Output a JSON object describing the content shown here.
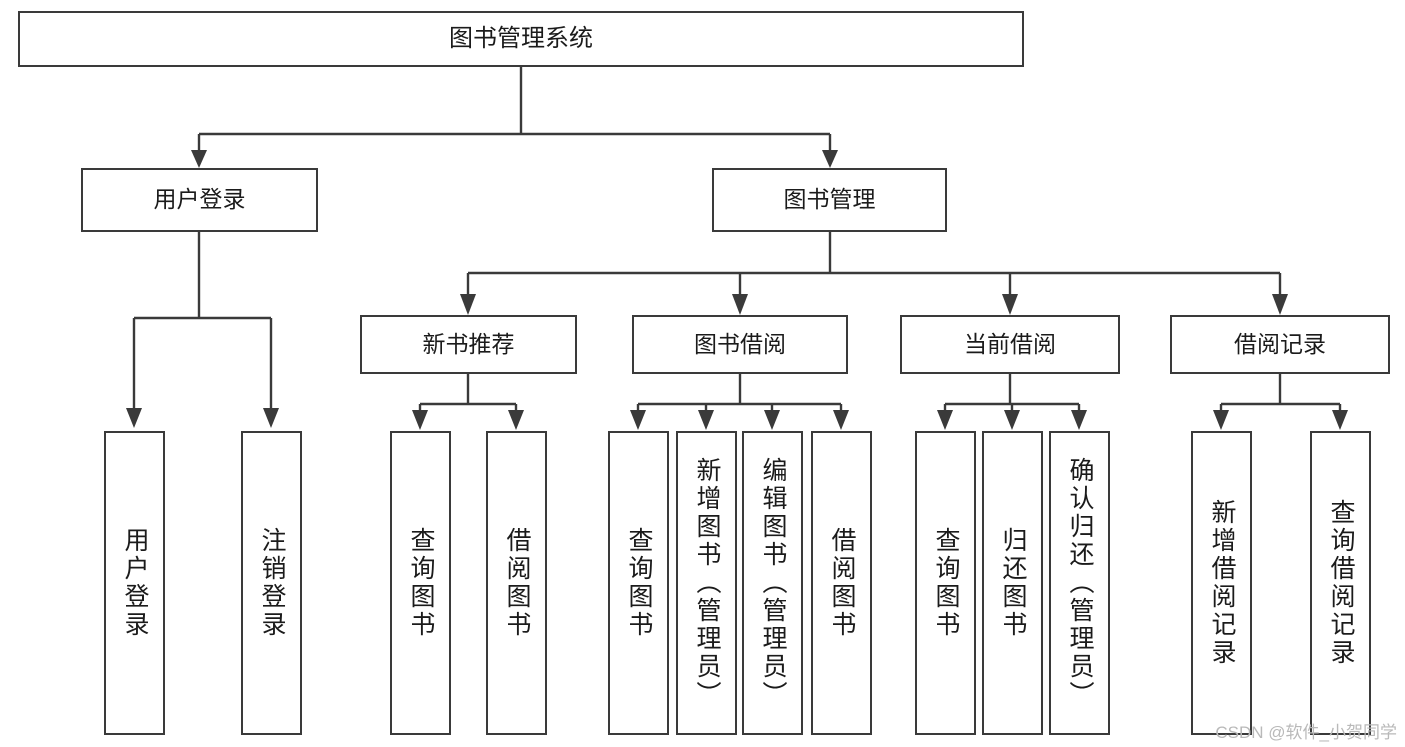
{
  "diagram": {
    "type": "tree",
    "title": "图书管理系统",
    "watermark": "CSDN @软件_小贺同学",
    "colors": {
      "border": "#3a3a3a",
      "background": "#ffffff",
      "text": "#1b1b1b",
      "watermark": "#b9b9b9"
    },
    "nodes": {
      "root": {
        "label": "图书管理系统"
      },
      "level2": [
        {
          "id": "user-login",
          "label": "用户登录"
        },
        {
          "id": "book-manage",
          "label": "图书管理"
        }
      ],
      "level3": [
        {
          "id": "new-book-rec",
          "label": "新书推荐"
        },
        {
          "id": "book-borrow",
          "label": "图书借阅"
        },
        {
          "id": "current-borrow",
          "label": "当前借阅"
        },
        {
          "id": "borrow-record",
          "label": "借阅记录"
        }
      ],
      "leaves": {
        "user_login": [
          {
            "id": "leaf-user-login",
            "label": "用户登录"
          },
          {
            "id": "leaf-logout",
            "label": "注销登录"
          }
        ],
        "new_book_rec": [
          {
            "id": "leaf-query-book-1",
            "label": "查询图书"
          },
          {
            "id": "leaf-borrow-book-1",
            "label": "借阅图书"
          }
        ],
        "book_borrow": [
          {
            "id": "leaf-query-book-2",
            "label": "查询图书"
          },
          {
            "id": "leaf-add-book",
            "label": "新增图书（管理员）"
          },
          {
            "id": "leaf-edit-book",
            "label": "编辑图书（管理员）"
          },
          {
            "id": "leaf-borrow-book-2",
            "label": "借阅图书"
          }
        ],
        "current_borrow": [
          {
            "id": "leaf-query-book-3",
            "label": "查询图书"
          },
          {
            "id": "leaf-return-book",
            "label": "归还图书"
          },
          {
            "id": "leaf-confirm-return",
            "label": "确认归还（管理员）"
          }
        ],
        "borrow_record": [
          {
            "id": "leaf-add-record",
            "label": "新增借阅记录"
          },
          {
            "id": "leaf-query-record",
            "label": "查询借阅记录"
          }
        ]
      }
    }
  }
}
